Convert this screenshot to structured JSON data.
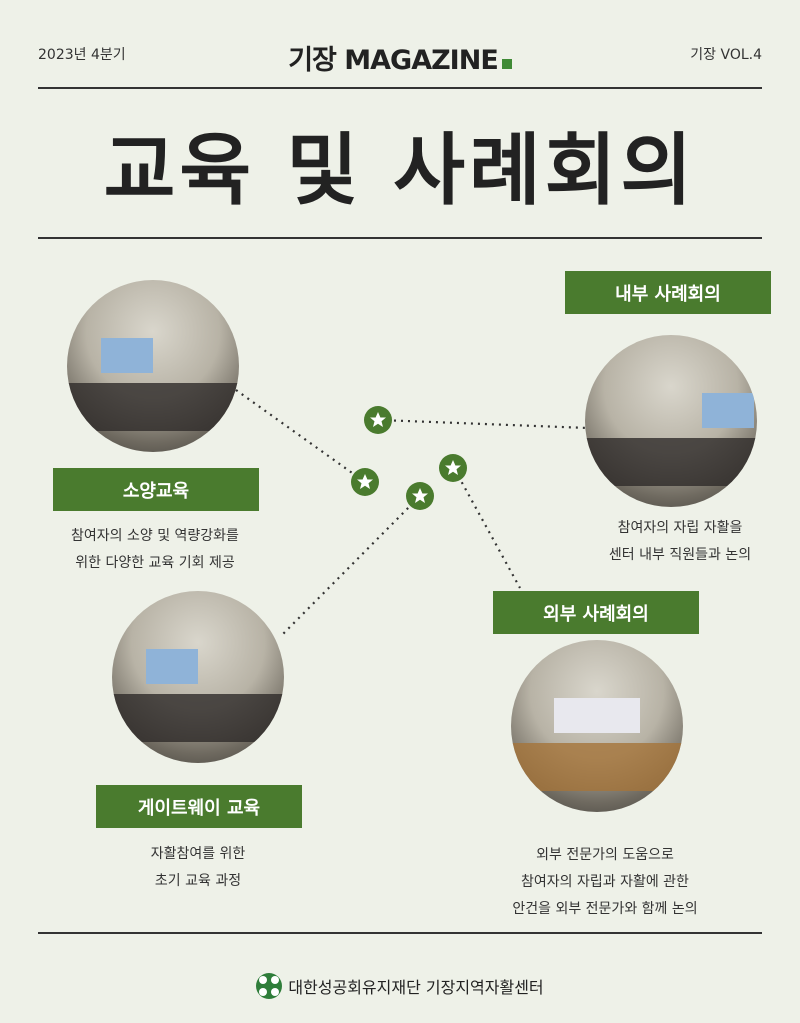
{
  "header": {
    "issue": "2023년 4분기",
    "magazine": "기장 MAGAZINE",
    "volume": "기장 VOL.4"
  },
  "title": "교육 및 사례회의",
  "sections": [
    {
      "label": "소양교육",
      "lines": [
        "참여자의 소양 및 역량강화를",
        "위한 다양한 교육 기회 제공"
      ]
    },
    {
      "label": "게이트웨이 교육",
      "lines": [
        "자활참여를 위한",
        "초기 교육 과정"
      ]
    },
    {
      "label": "내부 사례회의",
      "lines": [
        "참여자의 자립 자활을",
        "센터 내부 직원들과 논의"
      ]
    },
    {
      "label": "외부 사례회의",
      "lines": [
        "외부 전문가의 도움으로",
        "참여자의 자립과 자활에 관한",
        "안건을 외부 전문가와 함께 논의"
      ]
    }
  ],
  "footer": {
    "org": "대한성공회유지재단 기장지역자활센터"
  },
  "colors": {
    "accent": "#4a7b2e",
    "background": "#eef1e8"
  }
}
